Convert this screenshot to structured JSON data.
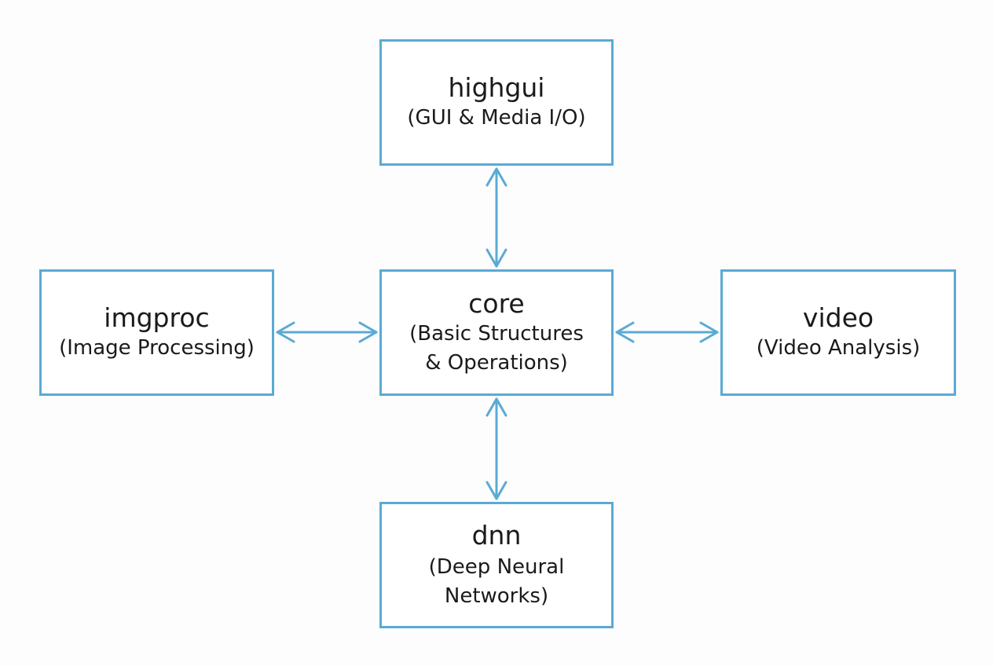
{
  "diagram": {
    "stroke_color": "#5aaad4",
    "nodes": {
      "highgui": {
        "name": "highgui",
        "desc": "(GUI & Media I/O)"
      },
      "core": {
        "name": "core",
        "desc_line1": "(Basic Structures",
        "desc_line2": "& Operations)"
      },
      "imgproc": {
        "name": "imgproc",
        "desc": "(Image Processing)"
      },
      "video": {
        "name": "video",
        "desc": "(Video Analysis)"
      },
      "dnn": {
        "name": "dnn",
        "desc_line1": "(Deep Neural",
        "desc_line2": "Networks)"
      }
    },
    "edges": [
      {
        "from": "core",
        "to": "highgui",
        "direction": "bidirectional"
      },
      {
        "from": "core",
        "to": "imgproc",
        "direction": "bidirectional"
      },
      {
        "from": "core",
        "to": "video",
        "direction": "bidirectional"
      },
      {
        "from": "core",
        "to": "dnn",
        "direction": "bidirectional"
      }
    ]
  }
}
